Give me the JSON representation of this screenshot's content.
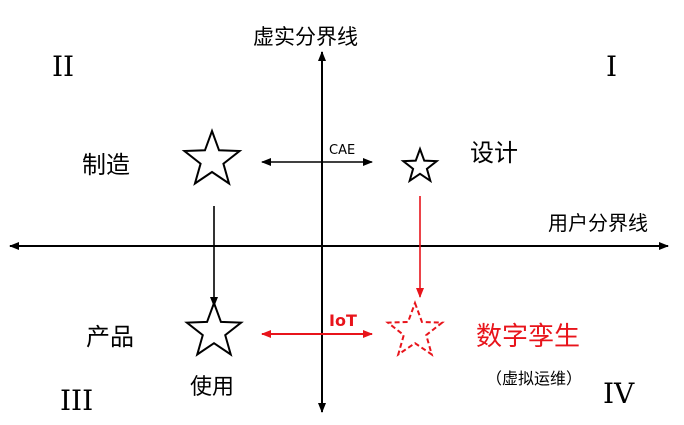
{
  "axes": {
    "vertical_label": "虚实分界线",
    "horizontal_label": "用户分界线"
  },
  "quadrants": {
    "q1": "I",
    "q2": "II",
    "q3": "III",
    "q4": "IV"
  },
  "nodes": {
    "manufacturing": "制造",
    "design": "设计",
    "product": "产品",
    "usage": "使用",
    "digital_twin": "数字孪生",
    "virtual_ops": "（虚拟运维）"
  },
  "connectors": {
    "top": "CAE",
    "bottom": "IoT"
  },
  "colors": {
    "ink": "#000000",
    "highlight": "#e8141b"
  }
}
